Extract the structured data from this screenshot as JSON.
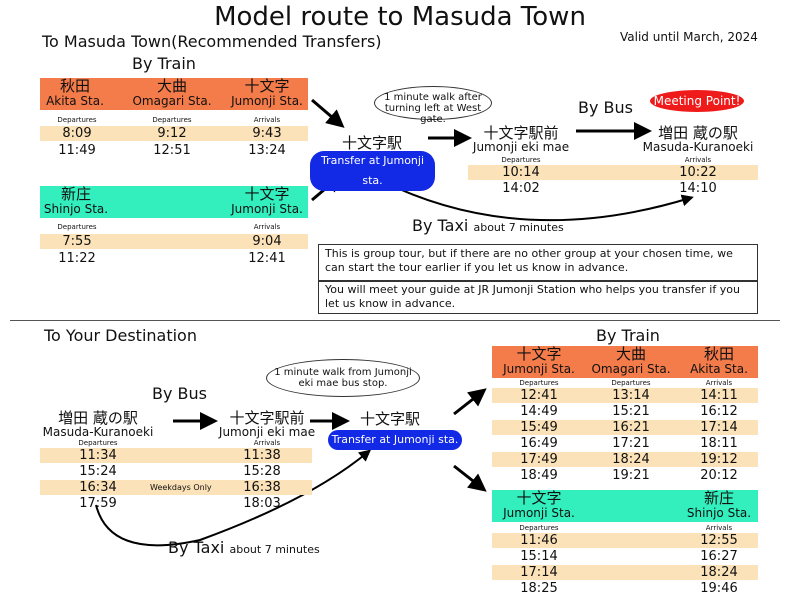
{
  "title": "Model route to Masuda Town",
  "valid_until": "Valid until March, 2024",
  "outbound": {
    "heading": "To Masuda Town(Recommended Transfers)",
    "by_train": "By Train",
    "akita_route": {
      "stations": [
        {
          "ja": "秋田",
          "en": "Akita Sta."
        },
        {
          "ja": "大曲",
          "en": "Omagari Sta."
        },
        {
          "ja": "十文字",
          "en": "Jumonji Sta."
        }
      ],
      "labels": [
        "Departures",
        "Departures",
        "Arrivals"
      ],
      "times": [
        [
          "8:09",
          "9:12",
          "9:43"
        ],
        [
          "11:49",
          "12:51",
          "13:24"
        ]
      ]
    },
    "shinjo_route": {
      "stations": [
        {
          "ja": "新庄",
          "en": "Shinjo Sta."
        },
        {
          "ja": "十文字",
          "en": "Jumonji Sta."
        }
      ],
      "labels": [
        "Departures",
        "Arrivals"
      ],
      "times": [
        [
          "7:55",
          "9:04"
        ],
        [
          "11:22",
          "12:41"
        ]
      ]
    },
    "walk_note": "1 minute walk after turning left at West gate.",
    "hub": {
      "ja": "十文字駅",
      "transfer": "Transfer at Jumonji sta."
    },
    "by_bus": "By Bus",
    "bus_from": {
      "ja": "十文字駅前",
      "en": "Jumonji eki mae"
    },
    "bus_to": {
      "ja": "増田 蔵の駅",
      "en": "Masuda-Kuranoeki"
    },
    "meeting_point": "Meeting Point!",
    "bus_labels": [
      "Departures",
      "Arrivals"
    ],
    "bus_times": [
      [
        "10:14",
        "10:22"
      ],
      [
        "14:02",
        "14:10"
      ]
    ],
    "by_taxi": "By Taxi",
    "taxi_time": "about 7 minutes",
    "notes": [
      "This is group tour, but if there are no other group at your chosen time, we can start the tour earlier if you let us know in advance.",
      "You will meet your guide at JR Jumonji Station who helps you transfer if you let us know in advance."
    ]
  },
  "return": {
    "heading": "To Your Destination",
    "by_bus": "By Bus",
    "walk_note": "1 minute walk from Jumonji eki mae bus stop.",
    "bus_from": {
      "ja": "増田 蔵の駅",
      "en": "Masuda-Kuranoeki"
    },
    "bus_to": {
      "ja": "十文字駅前",
      "en": "Jumonji eki mae"
    },
    "bus_labels": [
      "Departures",
      "Arrivals"
    ],
    "weekdays_only": "Weekdays Only",
    "bus_times": [
      [
        "11:34",
        "11:38"
      ],
      [
        "15:24",
        "15:28"
      ],
      [
        "16:34",
        "16:38"
      ],
      [
        "17:59",
        "18:03"
      ]
    ],
    "hub": {
      "ja": "十文字駅",
      "transfer": "Transfer at Jumonji sta."
    },
    "by_taxi": "By Taxi",
    "taxi_time": "about 7 minutes",
    "by_train": "By Train",
    "akita_route": {
      "stations": [
        {
          "ja": "十文字",
          "en": "Jumonji Sta."
        },
        {
          "ja": "大曲",
          "en": "Omagari Sta."
        },
        {
          "ja": "秋田",
          "en": "Akita Sta."
        }
      ],
      "labels": [
        "Departures",
        "Departures",
        "Arrivals"
      ],
      "times": [
        [
          "12:41",
          "13:14",
          "14:11"
        ],
        [
          "14:49",
          "15:21",
          "16:12"
        ],
        [
          "15:49",
          "16:21",
          "17:14"
        ],
        [
          "16:49",
          "17:21",
          "18:11"
        ],
        [
          "17:49",
          "18:24",
          "19:12"
        ],
        [
          "18:49",
          "19:21",
          "20:12"
        ]
      ]
    },
    "shinjo_route": {
      "stations": [
        {
          "ja": "十文字",
          "en": "Jumonji Sta."
        },
        {
          "ja": "新庄",
          "en": "Shinjo Sta."
        }
      ],
      "labels": [
        "Departures",
        "Arrivals"
      ],
      "times": [
        [
          "11:46",
          "12:55"
        ],
        [
          "15:14",
          "16:27"
        ],
        [
          "17:14",
          "18:24"
        ],
        [
          "18:25",
          "19:46"
        ]
      ]
    }
  }
}
